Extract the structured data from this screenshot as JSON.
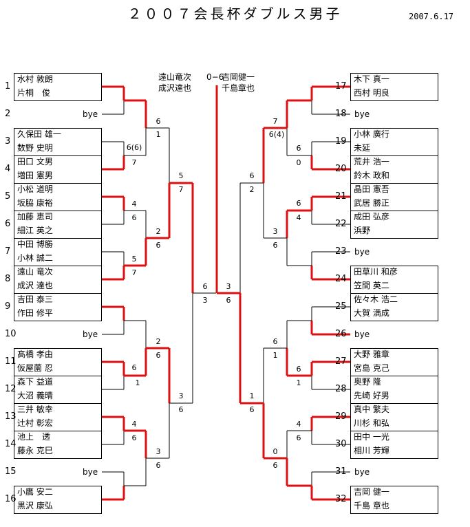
{
  "title": "２００７会長杯ダブルス男子",
  "date": "2007.6.17",
  "final": {
    "left_names": [
      "遠山竜次",
      "成沢達也"
    ],
    "right_names": [
      "吉岡健一",
      "千島章也"
    ],
    "score": "0−6"
  },
  "bye_label": "bye",
  "left": [
    {
      "seed": "1",
      "players": [
        "水村 敦朗",
        "片桐　俊"
      ]
    },
    {
      "seed": "2",
      "bye": true
    },
    {
      "seed": "3",
      "players": [
        "久保田 雄一",
        "数野 史明"
      ]
    },
    {
      "seed": "4",
      "players": [
        "田口 文男",
        "増田 憲男"
      ]
    },
    {
      "seed": "5",
      "players": [
        "小松 道明",
        "坂脇 康裕"
      ]
    },
    {
      "seed": "6",
      "players": [
        "加藤 恵司",
        "細江 英之"
      ]
    },
    {
      "seed": "7",
      "players": [
        "中田 博勝",
        "小林 誠二"
      ]
    },
    {
      "seed": "8",
      "players": [
        "遠山 竜次",
        "成沢 達也"
      ]
    },
    {
      "seed": "9",
      "players": [
        "吉田 泰三",
        "作田 修平"
      ]
    },
    {
      "seed": "10",
      "bye": true
    },
    {
      "seed": "11",
      "players": [
        "髙橋 孝由",
        "仮屋薗 忍"
      ]
    },
    {
      "seed": "12",
      "players": [
        "森下 益道",
        "大沼 義晴"
      ]
    },
    {
      "seed": "13",
      "players": [
        "三井 敏幸",
        "辻村 彰宏"
      ]
    },
    {
      "seed": "14",
      "players": [
        "池上　透",
        "藤永 克巳"
      ]
    },
    {
      "seed": "15",
      "bye": true
    },
    {
      "seed": "16",
      "players": [
        "小鷹 安二",
        "黒沢 康弘"
      ]
    }
  ],
  "right": [
    {
      "seed": "17",
      "players": [
        "木下 真一",
        "西村 明良"
      ]
    },
    {
      "seed": "18",
      "bye": true
    },
    {
      "seed": "19",
      "players": [
        "小林 廣行",
        "未延"
      ]
    },
    {
      "seed": "20",
      "players": [
        "荒井 浩一",
        "鈴木 政和"
      ]
    },
    {
      "seed": "21",
      "players": [
        "晶田 憲吾",
        "武居 勝正"
      ]
    },
    {
      "seed": "22",
      "players": [
        "成田 弘彦",
        "浜野"
      ]
    },
    {
      "seed": "23",
      "bye": true
    },
    {
      "seed": "24",
      "players": [
        "田草川 和彦",
        "笠間 英二"
      ]
    },
    {
      "seed": "25",
      "players": [
        "佐々木 浩二",
        "大賀 満成"
      ]
    },
    {
      "seed": "26",
      "bye": true
    },
    {
      "seed": "27",
      "players": [
        "大野 雅章",
        "宮島 克己"
      ]
    },
    {
      "seed": "28",
      "players": [
        "奥野 隆",
        "先崎 好男"
      ]
    },
    {
      "seed": "29",
      "players": [
        "真中 繁夫",
        "川杉 和弘"
      ]
    },
    {
      "seed": "30",
      "players": [
        "田中 一光",
        "相川 芳輝"
      ]
    },
    {
      "seed": "31",
      "bye": true
    },
    {
      "seed": "32",
      "players": [
        "吉岡 健一",
        "千島 章也"
      ]
    }
  ],
  "scores": {
    "left_r1": [
      "6(6)",
      "7",
      "4",
      "6",
      "5",
      "7",
      "6",
      "1",
      "4",
      "6"
    ],
    "left_r2": [
      "6",
      "1",
      "2",
      "6",
      "2",
      "6",
      "3",
      "6"
    ],
    "left_r3": [
      "5",
      "7",
      "3",
      "6"
    ],
    "left_r4": [
      "6",
      "3"
    ],
    "right_r1": [
      "6",
      "0",
      "6",
      "4",
      "6",
      "1",
      "4",
      "6"
    ],
    "right_r2": [
      "7",
      "6(4)",
      "3",
      "6",
      "6",
      "1",
      "0",
      "6"
    ],
    "right_r3": [
      "6",
      "2",
      "1",
      "6"
    ],
    "right_r4": [
      "3",
      "6"
    ]
  },
  "colors": {
    "win": "#dd1111",
    "line": "#000000"
  }
}
